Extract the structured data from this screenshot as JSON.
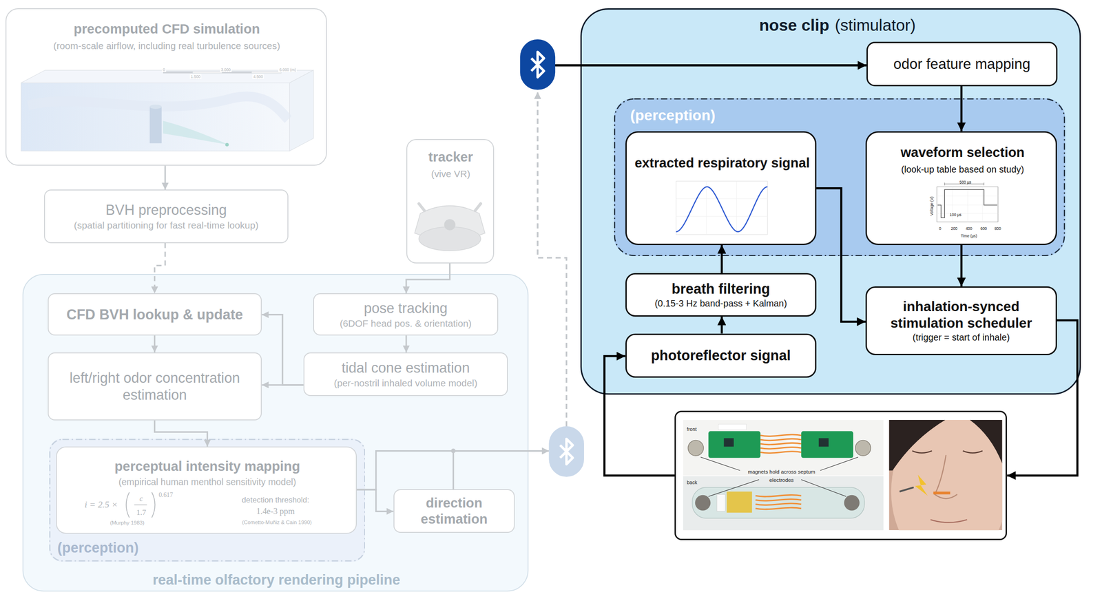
{
  "diagram": {
    "nodes": [
      {
        "text": [
          "precomputed CFD simulation",
          "(room-scale airflow, including real turbulence sources)",
          "0",
          "1.500",
          "3.000",
          "4.500",
          "6.000 (m)"
        ]
      },
      {
        "text": [
          "BVH preprocessing",
          "(spatial partitioning for fast real-time lookup)"
        ]
      },
      {
        "text": [
          "tracker",
          "(vive VR)"
        ]
      },
      {
        "text": [
          "real-time olfactory rendering pipeline"
        ]
      },
      {
        "text": [
          "CFD BVH lookup & update"
        ],
        "in": 3
      },
      {
        "text": [
          "pose tracking",
          "(6DOF head pos. & orientation)"
        ],
        "in": 3
      },
      {
        "text": [
          "left/right odor concentration estimation"
        ],
        "in": 3
      },
      {
        "text": [
          "tidal cone estimation",
          "(per-nostril inhaled volume model)"
        ],
        "in": 3
      },
      {
        "text": [
          "(perception)"
        ],
        "in": 3
      },
      {
        "text": [
          "perceptual intensity mapping",
          "(empirical human menthol sensitivity model)",
          "i = 2.5 ×",
          "c",
          "1.7",
          "0.617",
          "(Murphy 1983)",
          "detection threshold:",
          "1.4e-3 ppm",
          "(Cometto-Muñiz & Cain 1990)"
        ],
        "in": 8
      },
      {
        "text": [
          "direction estimation"
        ],
        "in": 3
      },
      {
        "text": [
          "nose clip",
          "(stimulator)"
        ]
      },
      {
        "text": [
          "odor feature mapping"
        ],
        "in": 11
      },
      {
        "text": [
          "(perception)"
        ],
        "in": 11
      },
      {
        "text": [
          "extracted respiratory signal"
        ],
        "in": 13
      },
      {
        "text": [
          "waveform selection",
          "(look-up table based on study)",
          "500 µs",
          "100 µs",
          "Voltage (V)",
          "Time (µs)",
          "0",
          "200",
          "400",
          "600",
          "800"
        ],
        "in": 13
      },
      {
        "text": [
          "breath filtering",
          "(0.15-3 Hz band-pass + Kalman)"
        ],
        "in": 11
      },
      {
        "text": [
          "photoreflector signal"
        ],
        "in": 11
      },
      {
        "text": [
          "inhalation-synced stimulation scheduler",
          "(trigger = start of inhale)"
        ],
        "in": 11
      },
      {
        "text": [
          "front",
          "magnets hold across septum",
          "electrodes",
          "back"
        ]
      }
    ],
    "edges": [
      {
        "from": 0,
        "to": 1,
        "arrow": "to"
      },
      {
        "from": 1,
        "to": 4,
        "arrow": "to"
      },
      {
        "from": 2,
        "to": 5,
        "arrow": "to"
      },
      {
        "from": 5,
        "to": 7,
        "arrow": "to"
      },
      {
        "from": 7,
        "to": 4,
        "arrow": "to"
      },
      {
        "from": 7,
        "to": 6,
        "arrow": "to"
      },
      {
        "from": 4,
        "to": 6,
        "arrow": "to"
      },
      {
        "from": 6,
        "to": 9,
        "arrow": "to"
      },
      {
        "from": 9,
        "to": 10,
        "arrow": "to"
      },
      {
        "from": 9,
        "to": 12,
        "arrow": "to"
      },
      {
        "from": 10,
        "to": 12,
        "arrow": "to"
      },
      {
        "from": 12,
        "to": 15,
        "arrow": "to"
      },
      {
        "from": 15,
        "to": 18,
        "arrow": "to"
      },
      {
        "from": 14,
        "to": 18,
        "arrow": "to"
      },
      {
        "from": 17,
        "to": 16,
        "arrow": "to"
      },
      {
        "from": 16,
        "to": 14,
        "arrow": "to"
      },
      {
        "from": 18,
        "to": 19,
        "arrow": "to"
      },
      {
        "from": 19,
        "to": 17,
        "arrow": "to"
      }
    ]
  }
}
